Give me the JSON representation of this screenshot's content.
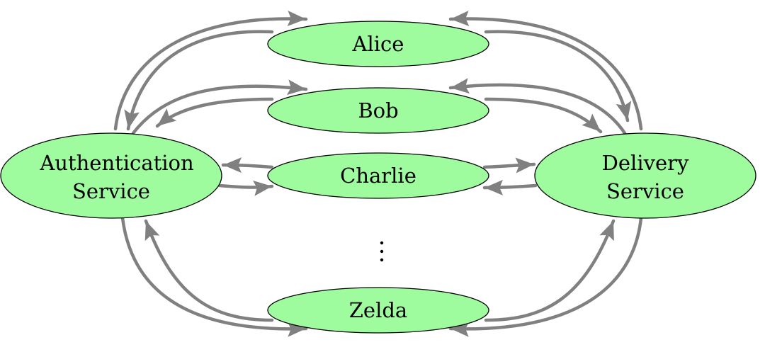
{
  "colors": {
    "node_fill": "#9efb9e",
    "edge": "#808080",
    "outline": "#000000"
  },
  "nodes": {
    "alice": {
      "label": "Alice"
    },
    "bob": {
      "label": "Bob"
    },
    "charlie": {
      "label": "Charlie"
    },
    "zelda": {
      "label": "Zelda"
    },
    "auth": {
      "label_lines": [
        "Authentication",
        "Service"
      ]
    },
    "delivery": {
      "label_lines": [
        "Delivery",
        "Service"
      ]
    }
  },
  "ellipsis": "⋮",
  "edges": [
    {
      "from": "auth",
      "to": "alice"
    },
    {
      "from": "alice",
      "to": "auth"
    },
    {
      "from": "delivery",
      "to": "alice"
    },
    {
      "from": "alice",
      "to": "delivery"
    },
    {
      "from": "auth",
      "to": "bob"
    },
    {
      "from": "bob",
      "to": "auth"
    },
    {
      "from": "delivery",
      "to": "bob"
    },
    {
      "from": "bob",
      "to": "delivery"
    },
    {
      "from": "charlie",
      "to": "auth"
    },
    {
      "from": "auth",
      "to": "charlie"
    },
    {
      "from": "charlie",
      "to": "delivery"
    },
    {
      "from": "delivery",
      "to": "charlie"
    },
    {
      "from": "auth",
      "to": "zelda"
    },
    {
      "from": "zelda",
      "to": "auth"
    },
    {
      "from": "delivery",
      "to": "zelda"
    },
    {
      "from": "zelda",
      "to": "delivery"
    }
  ]
}
